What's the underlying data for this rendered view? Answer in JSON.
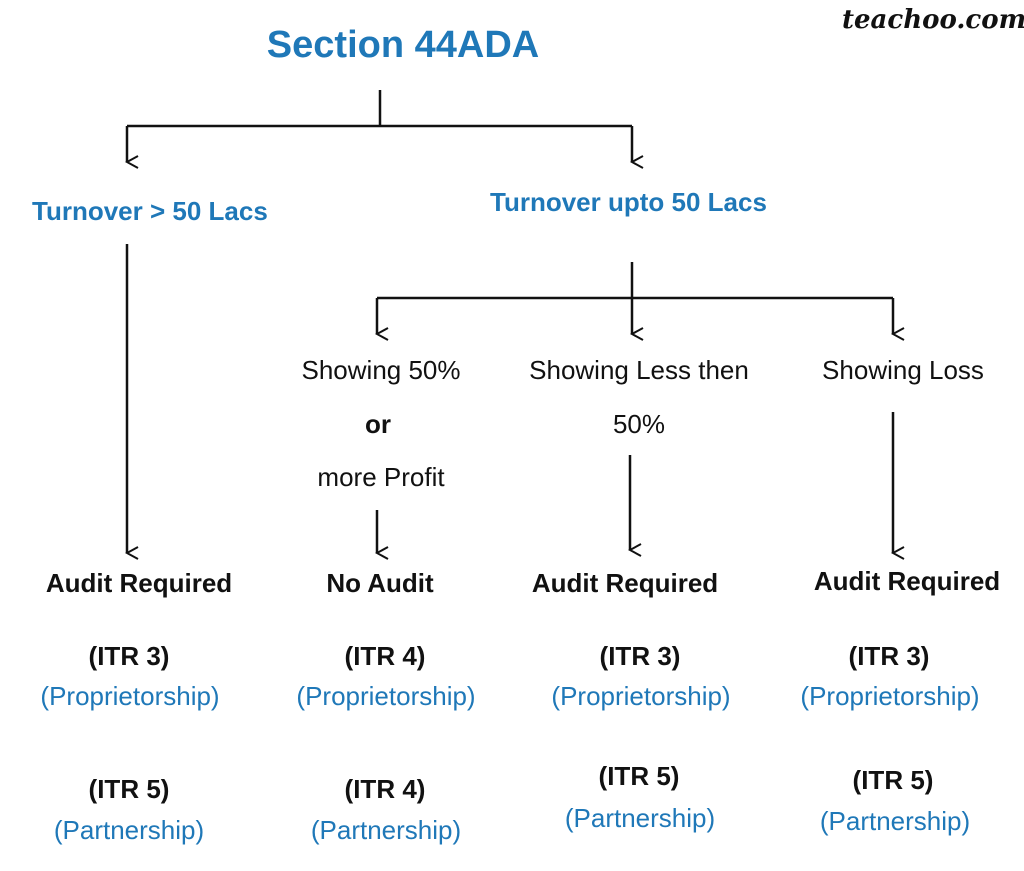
{
  "brand": "teachoo.com",
  "title": "Section 44ADA",
  "branches": {
    "high": "Turnover > 50 Lacs",
    "low": "Turnover upto 50 Lacs"
  },
  "conditions": {
    "profit_50_line1": "Showing 50%",
    "profit_50_or": "or",
    "profit_50_line3": "more Profit",
    "less_50_line1": "Showing Less then",
    "less_50_line2": "50%",
    "loss": "Showing Loss"
  },
  "columns": [
    {
      "result": "Audit Required",
      "itr1": "(ITR 3)",
      "entity1": "(Proprietorship)",
      "itr2": "(ITR 5)",
      "entity2": "(Partnership)"
    },
    {
      "result": "No Audit",
      "itr1": "(ITR 4)",
      "entity1": "(Proprietorship)",
      "itr2": "(ITR 4)",
      "entity2": "(Partnership)"
    },
    {
      "result": "Audit Required",
      "itr1": "(ITR 3)",
      "entity1": "(Proprietorship)",
      "itr2": "(ITR 5)",
      "entity2": "(Partnership)"
    },
    {
      "result": "Audit Required",
      "itr1": "(ITR 3)",
      "entity1": "(Proprietorship)",
      "itr2": "(ITR 5)",
      "entity2": "(Partnership)"
    }
  ],
  "colors": {
    "accent": "#1f78b8",
    "text": "#111111",
    "line": "#111111"
  }
}
